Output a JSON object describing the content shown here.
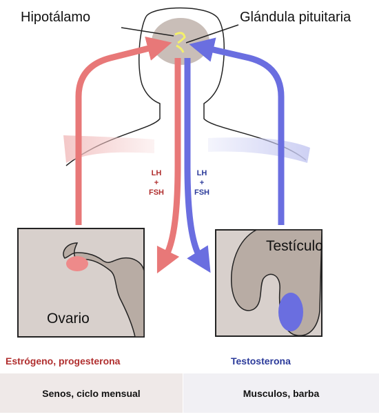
{
  "labels": {
    "hypothalamus": "Hipotálamo",
    "pituitary": "Glándula pituitaria"
  },
  "hormones": {
    "left": [
      "LH",
      "+",
      "FSH"
    ],
    "right": [
      "LH",
      "+",
      "FSH"
    ]
  },
  "organs": {
    "ovary": "Ovario",
    "testicle": "Testículo"
  },
  "outputs": {
    "female": "Estrógeno, progesterona",
    "male": "Testosterona"
  },
  "effects": {
    "female": "Senos, ciclo mensual",
    "male": "Musculos, barba"
  },
  "colors": {
    "female": "#e87878",
    "male": "#6a6ee0",
    "female_text": "#b02e2e",
    "male_text": "#2b3a9a",
    "box_fill": "#d8d0cc",
    "organ_fill": "#b8aca4",
    "effect_fill": "#efe9e8"
  }
}
